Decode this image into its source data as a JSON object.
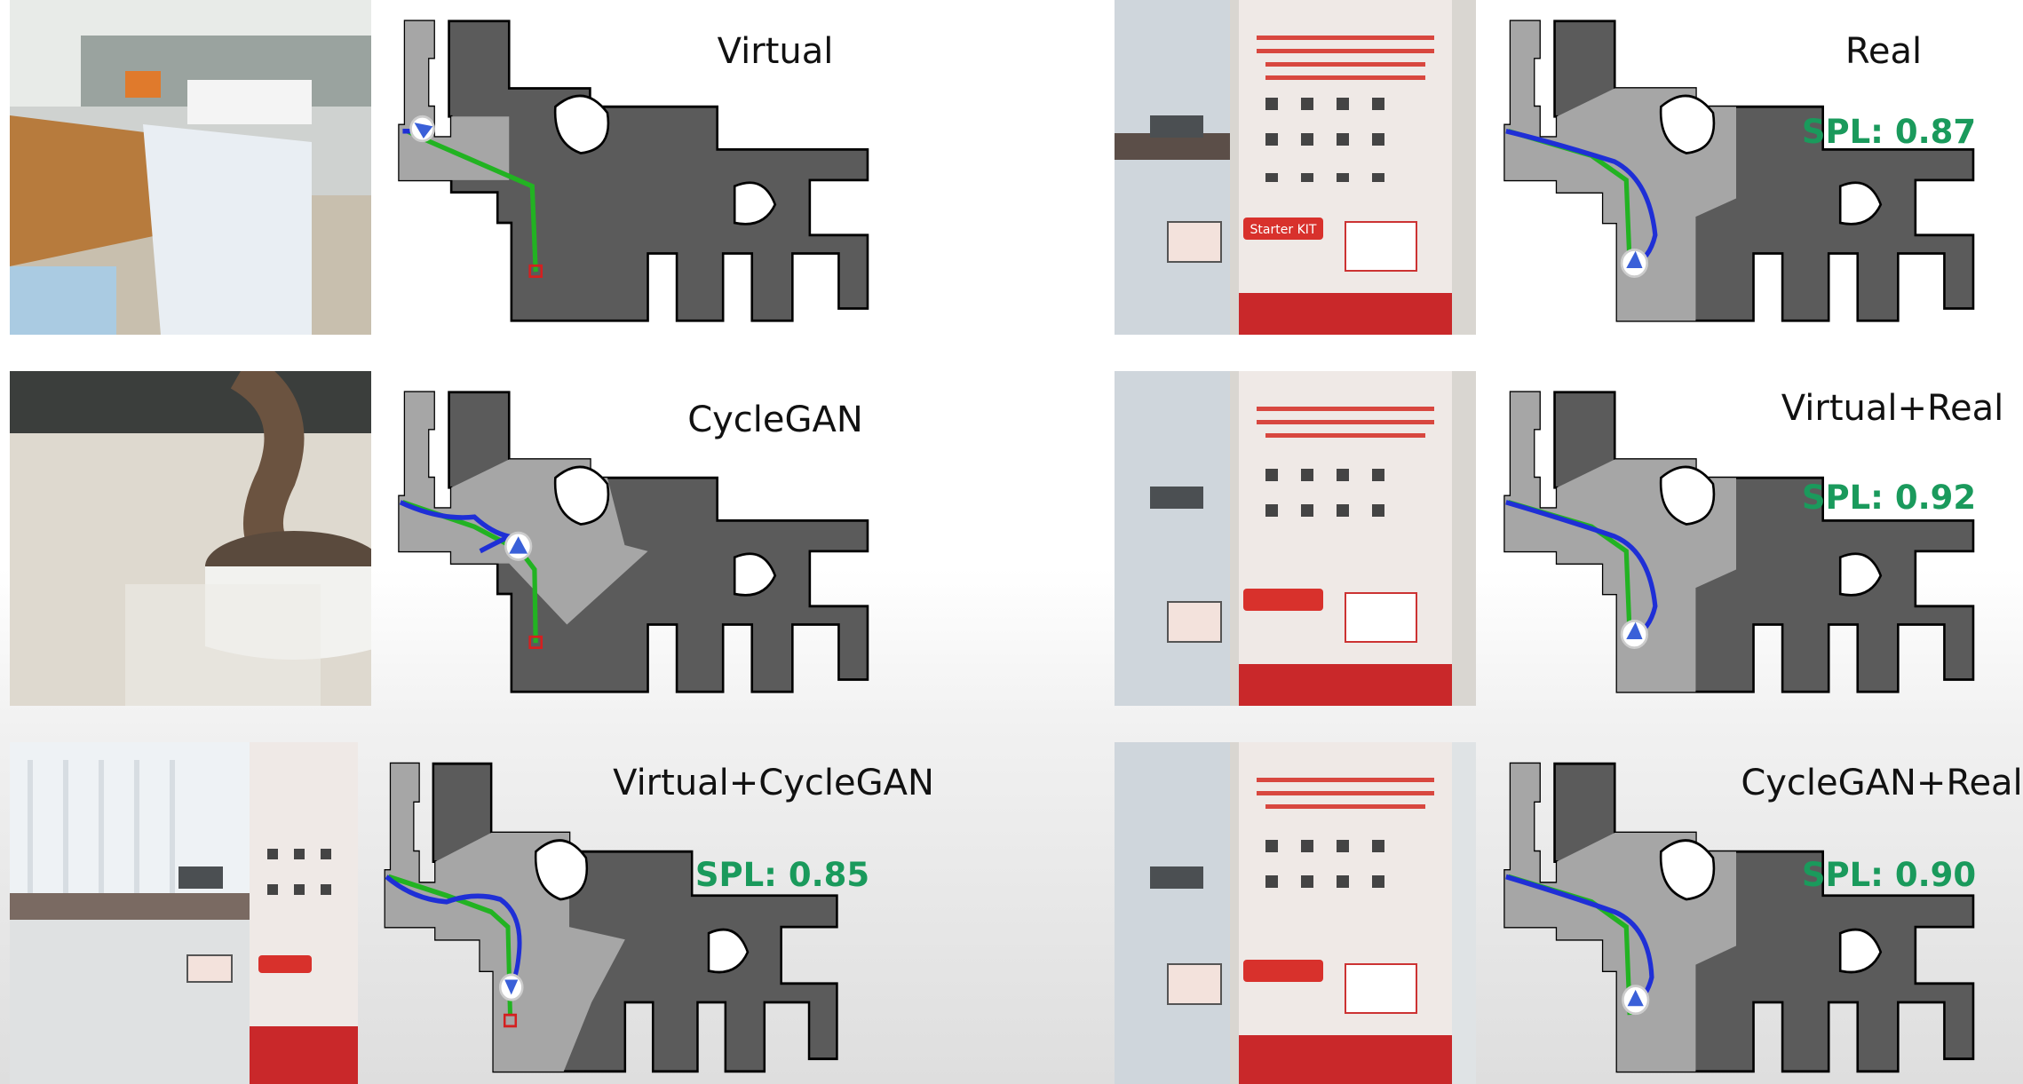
{
  "panels": [
    {
      "id": "virtual",
      "label": "Virtual",
      "spl": ""
    },
    {
      "id": "real",
      "label": "Real",
      "spl": "SPL: 0.87"
    },
    {
      "id": "cyclegan",
      "label": "CycleGAN",
      "spl": ""
    },
    {
      "id": "virtual-real",
      "label": "Virtual+Real",
      "spl": "SPL: 0.92"
    },
    {
      "id": "virtual-cyclegan",
      "label": "Virtual+CycleGAN",
      "spl": "SPL: 0.85"
    },
    {
      "id": "cyclegan-real",
      "label": "CycleGAN+Real",
      "spl": "SPL: 0.90"
    }
  ],
  "colors": {
    "map_unexplored": "#5b5b5b",
    "map_explored": "#a6a6a6",
    "map_outline": "#000000",
    "path_ground_truth": "#22b322",
    "path_agent": "#1f2fd6",
    "goal_marker": "#d42020",
    "spl_text": "#1a9a5c"
  },
  "poster_text": {
    "banner": "Starter KIT"
  }
}
